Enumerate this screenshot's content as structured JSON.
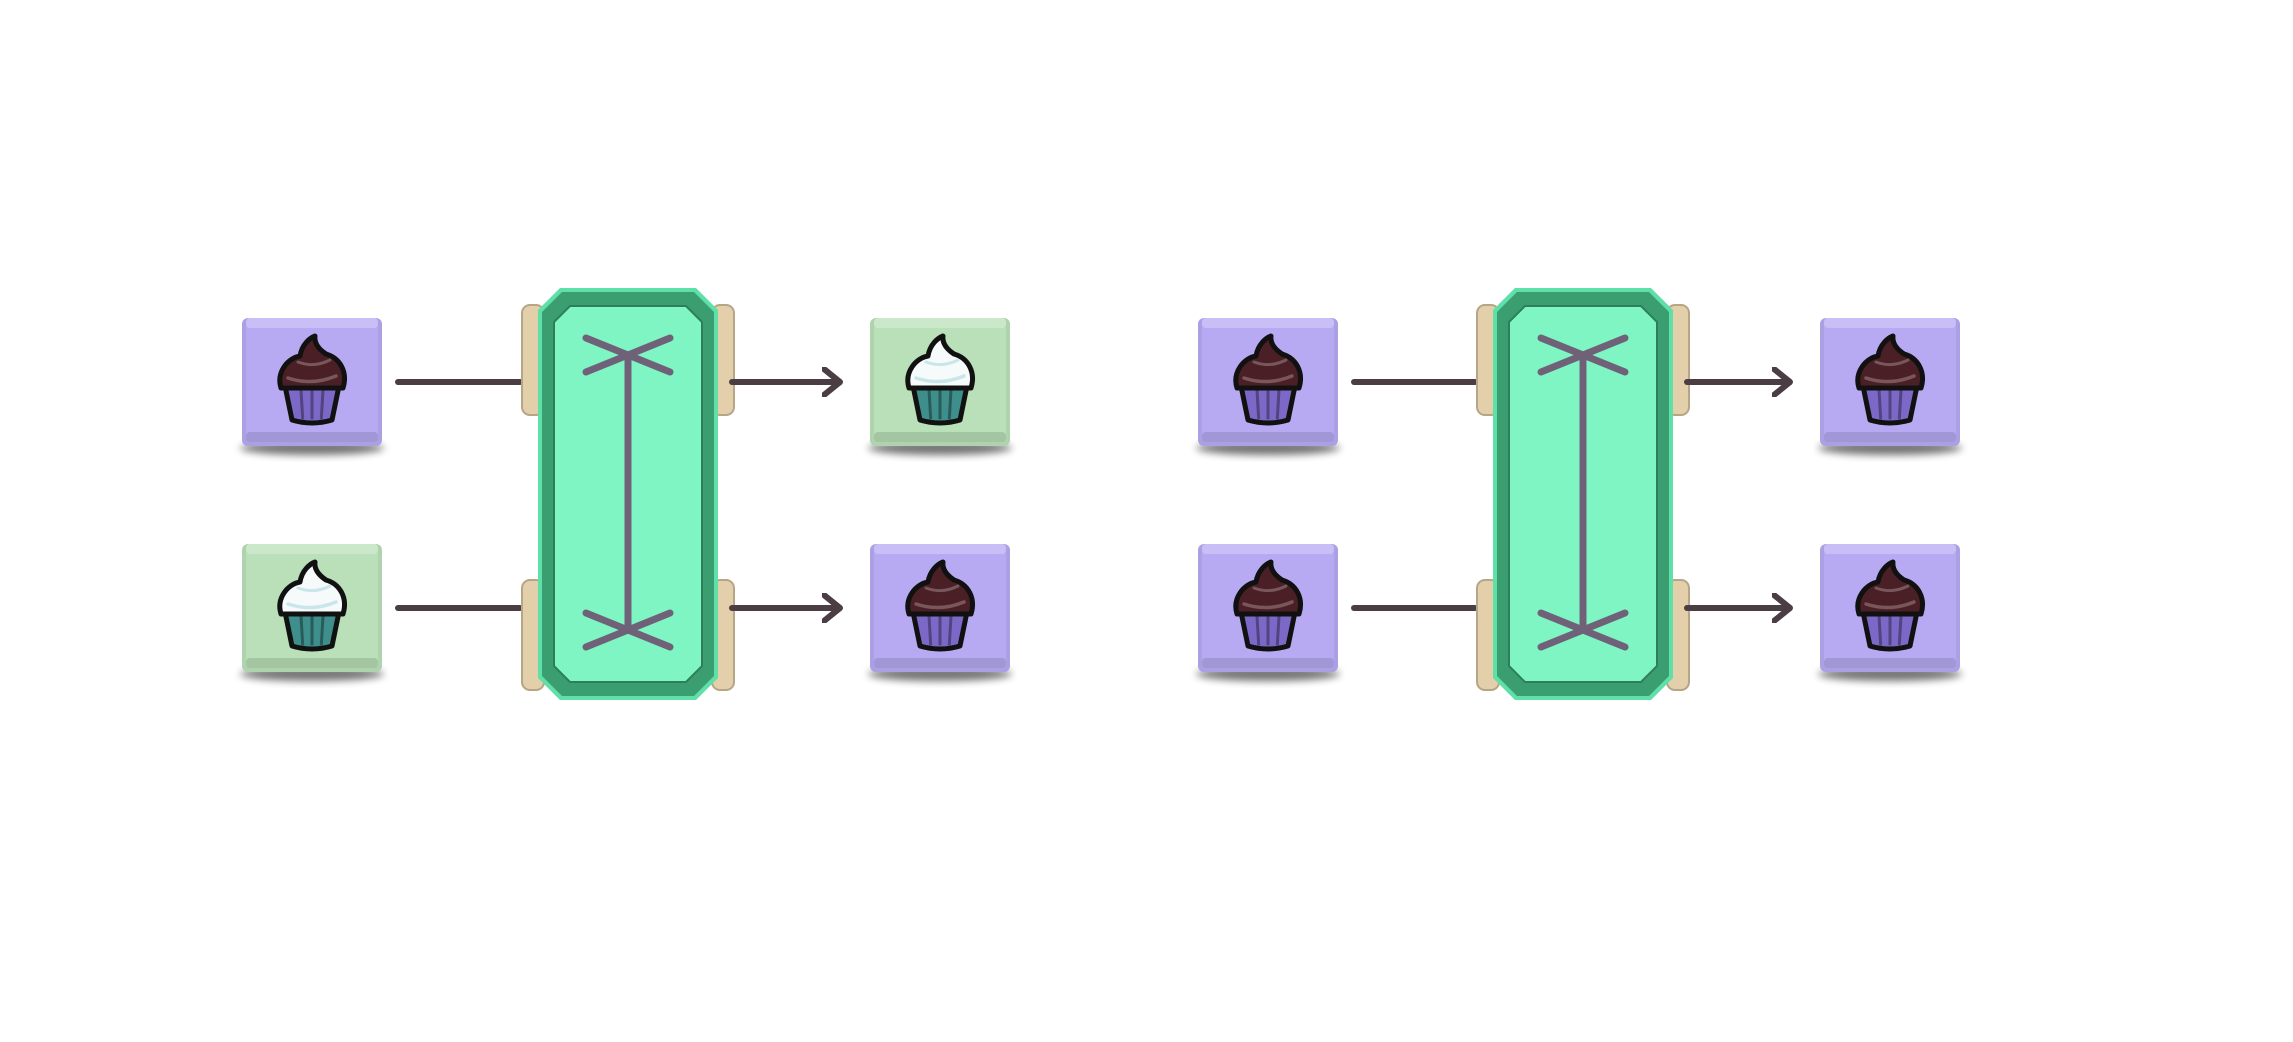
{
  "colors": {
    "background": "#ffffff",
    "purple_box": "#b7aaf3",
    "green_box": "#b9e0b8",
    "swap_panel": "#7ff5c3",
    "swap_border": "#3b9e70",
    "swap_tab": "#e3cfa9",
    "line": "#4b3d44",
    "swap_symbol": "#6f6278",
    "chocolate_frosting": "#4a1f25",
    "purple_liner": "#7c68c6",
    "vanilla_frosting": "#f6fafa",
    "teal_liner": "#3e8e8b"
  },
  "diagrams": [
    {
      "gate": "swap",
      "inputs": [
        {
          "box": "purple",
          "cupcake": "chocolate"
        },
        {
          "box": "green",
          "cupcake": "vanilla"
        }
      ],
      "outputs": [
        {
          "box": "green",
          "cupcake": "vanilla"
        },
        {
          "box": "purple",
          "cupcake": "chocolate"
        }
      ]
    },
    {
      "gate": "swap",
      "inputs": [
        {
          "box": "purple",
          "cupcake": "chocolate"
        },
        {
          "box": "purple",
          "cupcake": "chocolate"
        }
      ],
      "outputs": [
        {
          "box": "purple",
          "cupcake": "chocolate"
        },
        {
          "box": "purple",
          "cupcake": "chocolate"
        }
      ]
    }
  ]
}
